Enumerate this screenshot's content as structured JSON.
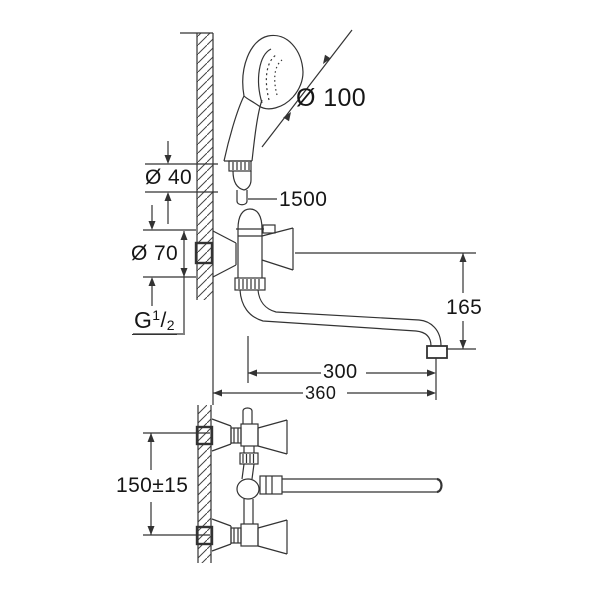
{
  "page": {
    "background": "#ffffff",
    "line_color": "#333333",
    "text_color": "#161616"
  },
  "dims": {
    "head_diameter": "Ø 100",
    "holder_diameter": "Ø 40",
    "hose_length": "1500",
    "escutcheon_diameter": "Ø 70",
    "thread": {
      "prefix": "G",
      "numerator": "1",
      "slash": "/",
      "denominator": "2"
    },
    "spout_height": "165",
    "spout_reach": "300",
    "wall_to_outlet": "360",
    "inlet_spacing": "150±15"
  }
}
